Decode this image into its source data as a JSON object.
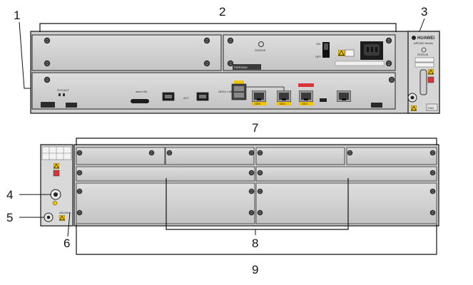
{
  "callouts": {
    "c1": "1",
    "c2": "2",
    "c3": "3",
    "c4": "4",
    "c5": "5",
    "c6": "6",
    "c7": "7",
    "c8": "8",
    "c9": "9"
  },
  "front_panel": {
    "status_label": "STATUS",
    "psu_model": "PWR350A",
    "switch_on": "ON",
    "switch_off": "OFF",
    "sys_act_label": "SYS ACT",
    "micro_sd_label": "micro SD",
    "act_label": "ACT",
    "eth_label": "GE0/1 LINK",
    "port_ge0": "GE0",
    "port_ge1": "GE1",
    "port_ge2": "GE2",
    "fan_label": "FAN",
    "brand": "HUAWEI",
    "model_label": "AR2200 Series"
  },
  "rear_panel": {
    "model_label": "AR2200"
  },
  "colors": {
    "panel": "#d2d2d2",
    "panel_dark": "#bcbcbc",
    "line": "#111111",
    "warning": "#f2c200",
    "accent_red": "#d9343a"
  },
  "icons": [
    "screw-icon",
    "warning-icon",
    "esd-icon",
    "ground-icon",
    "power-socket-icon",
    "usb-icon",
    "rj45-icon"
  ]
}
